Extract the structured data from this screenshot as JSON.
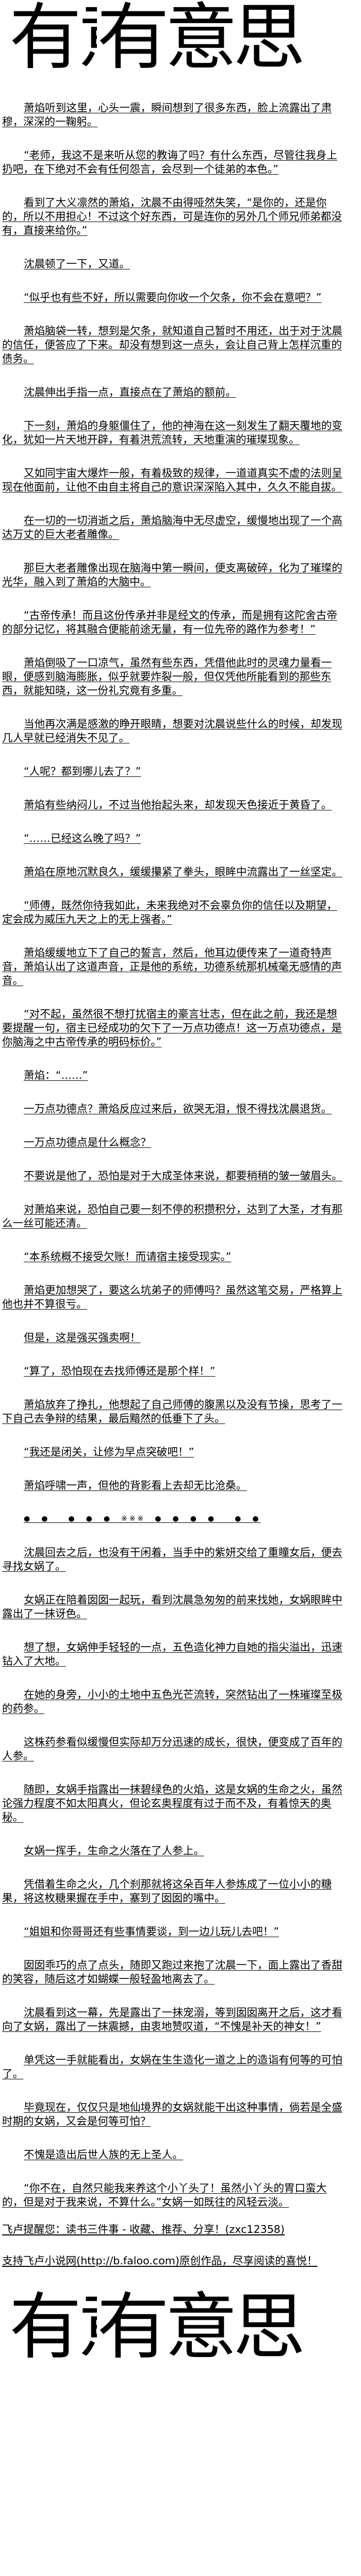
{
  "banner": {
    "text_a": "有",
    "text_b": "意",
    "text_c": "有意思"
  },
  "paragraphs": [
    "萧焰听到这里，心头一震，瞬间想到了很多东西，脸上流露出了肃穆，深深的一鞠躬。",
    "“老师，我这不是来听从您的教诲了吗？有什么东西，尽管往我身上扔吧，在下绝对不会有任何怨言，会尽到一个徒弟的本色。”",
    "看到了大义凛然的萧焰，沈晨不由得哑然失笑，“是你的，还是你的，所以不用担心！不过这个好东西，可是连你的另外几个师兄师弟都没有，直接来给你。”",
    "沈晨顿了一下，又道。",
    "“似乎也有些不好，所以需要向你收一个欠条，你不会在意吧？”",
    "萧焰脑袋一转，想到是欠条，就知道自己暂时不用还，出于对于沈晨的信任，便答应了下来。却没有想到这一点头，会让自己背上怎样沉重的债务。",
    "沈晨伸出手指一点，直接点在了萧焰的额前。",
    "下一刻，萧焰的身躯僵住了，他的神海在这一刻发生了翻天覆地的变化，犹如一片天地开辟，有着洪荒流转，天地重演的璀璨现象。",
    "又如同宇宙大爆炸一般，有着极致的规律，一道道真实不虚的法则呈现在他面前，让他不由自主将自己的意识深深陷入其中，久久不能自拔。",
    "在一切的一切消逝之后，萧焰脑海中无尽虚空，缓慢地出现了一个高达万丈的巨大老者雕像。",
    "那巨大老者雕像出现在脑海中第一瞬间，便支离破碎，化为了璀璨的光华，融入到了萧焰的大脑中。",
    "“古帝传承！而且这份传承并非是经文的传承，而是拥有这陀舍古帝的部分记忆，将其融合便能前途无量，有一位先帝的路作为参考！”",
    "萧焰倒吸了一口凉气，虽然有些东西，凭借他此时的灵魂力量看一眼，便感到脑海膨胀，似乎就要炸裂一般，但仅凭他所能看到的那些东西，就能知晓，这一份礼究竟有多重。",
    "当他再次满是感激的睁开眼睛，想要对沈晨说些什么的时候，却发现几人早就已经消失不见了。",
    "“人呢？都到哪儿去了？”",
    "萧焰有些纳闷儿，不过当他抬起头来，却发现天色接近于黄昏了。",
    "“……已经这么晚了吗？”",
    "萧焰在原地沉默良久，缓缓攥紧了拳头，眼眸中流露出了一丝坚定。",
    "“师傅，既然你待我如此，未来我绝对不会辜负你的信任以及期望，定会成为威压九天之上的无上强者。”",
    "萧焰缓缓地立下了自己的誓言，然后，他耳边便传来了一道奇特声音，萧焰认出了这道声音，正是他的系统，功德系统那机械毫无感情的声音。",
    "“对不起，虽然很不想打扰宿主的豪言壮志，但在此之前，我还是想要提醒一句，宿主已经成功的欠下了一万点功德点！这一万点功德点，是你脑海之中古帝传承的明码标价。”",
    "萧焰：“……”",
    "一万点功德点？萧焰反应过来后，欲哭无泪，恨不得找沈晨退货。",
    "一万点功德点是什么概念？",
    "不要说是他了，恐怕是对于大成圣体来说，都要稍稍的皱一皱眉头。",
    "对萧焰来说，恐怕自己要一刻不停的积攒积分，达到了大圣，才有那么一丝可能还清。",
    "“本系统概不接受欠账！而请宿主接受现实。”",
    "萧焰更加想哭了，要这么坑弟子的师傅吗？虽然这笔交易，严格算上他也并不算很亏。",
    "但是，这是强买强卖啊！",
    "“算了，恐怕现在去找师傅还是那个样！”",
    "萧焰放弃了挣扎，他想起了自己师傅的腹黑以及没有节操，思考了一下自己去争辩的结果，最后黯然的低垂下了头。",
    "“我还是闭关，让修为早点突破吧！”",
    "萧焰呼啸一声，但他的背影看上去却无比沧桑。",
    "●　●　　●　●　●　※※※　●　●　●　●　　●　●",
    "沈晨回去之后，也没有干闲着，当手中的紫妍交给了重瞳女后，便去寻找女娲了。",
    "女娲正在陪着囡囡一起玩，看到沈晨急匆匆的前来找她，女娲眼眸中露出了一抹讶色。",
    "想了想，女娲伸手轻轻的一点，五色造化神力自她的指尖溢出，迅速钻入了大地。",
    "在她的身旁，小小的土地中五色光芒流转，突然钻出了一株璀璨至极的药参。",
    "这株药参看似缓慢但实际却万分迅速的成长，很快，便变成了百年的人参。",
    "随即，女娲手指露出一抹碧绿色的火焰，这是女娲的生命之火，虽然论强力程度不如太阳真火，但论玄奥程度有过于而不及，有着惊天的奥秘。",
    "女娲一挥手，生命之火落在了人参上。",
    "凭借着生命之火，几个刹那就将这朵百年人参炼成了一位小小的糖果，将这枚糖果握在手中，塞到了囡囡的嘴中。",
    "“姐姐和你哥哥还有些事情要谈，到一边儿玩儿去吧！”",
    "囡囡乖巧的点了点头，随即又跑过来抱了沈晨一下，面上露出了香甜的笑容，随后这才如蝴蝶一般轻盈地离去了。",
    "沈晨看到这一幕，先是露出了一抹宠溺，等到囡囡离开之后，这才看向了女娲，露出了一抹震撼，由衷地赞叹道，“不愧是补天的神女！”",
    "单凭这一手就能看出，女娲在生生造化一道之上的造诣有何等的可怕了。",
    "毕竟现在，仅仅只是地仙境界的女娲就能干出这种事情，倘若是全盛时期的女娲，又会是何等可怕？",
    "不愧是造出后世人族的无上圣人。",
    "“你不在，自然只能我来养这个小丫头了！虽然小丫头的胃口蛮大的，但是对于我来说，不算什么。”女娲一如既往的风轻云淡。"
  ],
  "footer": {
    "reminder": "飞卢提醒您：读书三件事 - 收藏、推荐、分享！(zxc12358)",
    "support": "支持飞卢小说网(http://b.faloo.com)原创作品，尽享阅读的喜悦！"
  }
}
